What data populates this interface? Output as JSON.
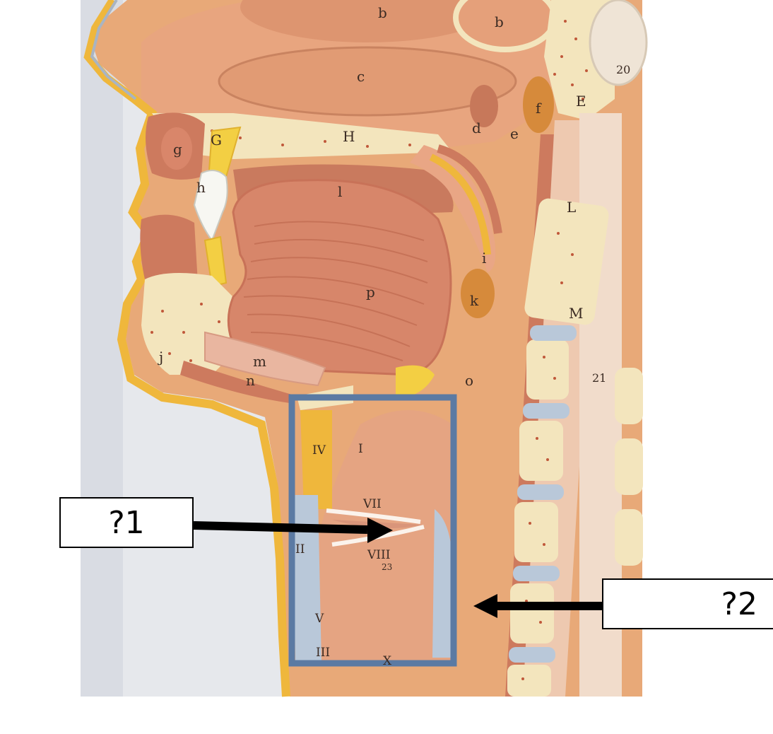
{
  "colors": {
    "background": "#ffffff",
    "panel_backdrop": "#d9dce3",
    "skin": "#e8a978",
    "fat": "#efb73c",
    "bone": "#f3e5bd",
    "bone_dot": "#c0583a",
    "muscle": "#cd7a5e",
    "mucosa": "#e9a685",
    "cartilage": "#b9c8d9",
    "tooth_white": "#f7f7f2",
    "tooth_yellow": "#f3cf43",
    "tonsil": "#d68a3b",
    "highlight_box": "#5b7aa3",
    "arrow": "#000000"
  },
  "model_labels": {
    "b1": "b",
    "b2": "b",
    "c": "c",
    "d": "d",
    "e": "e",
    "f": "f",
    "E": "E",
    "g": "g",
    "G": "G",
    "H": "H",
    "h": "h",
    "l": "l",
    "i": "i",
    "k": "k",
    "L": "L",
    "M": "M",
    "p": "p",
    "j": "j",
    "m": "m",
    "n": "n",
    "o": "o",
    "twenty": "20",
    "twentyone": "21",
    "IV": "IV",
    "I": "I",
    "VII": "VII",
    "VIII": "VIII",
    "II": "II",
    "twentythree": "23",
    "V": "V",
    "III": "III",
    "X": "X"
  },
  "question_labels": {
    "q1": "?1",
    "q2": "?2"
  }
}
